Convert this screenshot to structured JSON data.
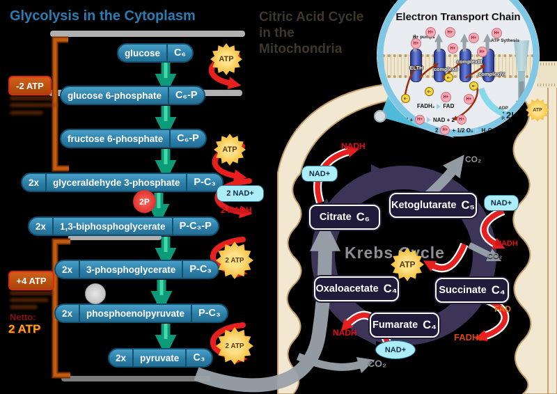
{
  "glycolysis": {
    "title": "Glycolysis in the Cytoplasm",
    "steps": [
      {
        "mult": "",
        "name": "glucose",
        "formula": "C₆"
      },
      {
        "mult": "",
        "name": "glucose 6-phosphate",
        "formula": "C₆-P"
      },
      {
        "mult": "",
        "name": "fructose 6-phosphate",
        "formula": "C₆-P"
      },
      {
        "mult": "2x",
        "name": "glyceraldehyde 3-phosphate",
        "formula": "P-C₃"
      },
      {
        "mult": "2x",
        "name": "1,3-biphosphoglycerate",
        "formula": "P-C₃-P"
      },
      {
        "mult": "2x",
        "name": "3-phosphoglycerate",
        "formula": "P-C₃"
      },
      {
        "mult": "2x",
        "name": "phosphoenolpyruvate",
        "formula": "P-C₃"
      },
      {
        "mult": "2x",
        "name": "pyruvate",
        "formula": "C₃"
      }
    ],
    "invest_badge": "-2 ATP",
    "payoff_badge": "+4 ATP",
    "net_label": "Netto:",
    "net_value": "2 ATP",
    "atp": "ATP",
    "two_atp": "2 ATP",
    "two_nad": "2 NAD+",
    "two_nadh": "2 NADH",
    "two_p": "2P"
  },
  "citric": {
    "title_lines": [
      "Citric Acid Cycle",
      "in the",
      "Mitochondria"
    ],
    "cycle_label": "Krebs Cycle",
    "metabolites": {
      "citrate": {
        "name": "Citrate",
        "formula": "C₆"
      },
      "ketoglutarate": {
        "name": "Ketoglutarate",
        "formula": "C₅"
      },
      "succinate": {
        "name": "Succinate",
        "formula": "C₄"
      },
      "fumarate": {
        "name": "Fumarate",
        "formula": "C₄"
      },
      "oxaloacetate": {
        "name": "Oxaloacetate",
        "formula": "C₄"
      }
    },
    "nad": "NAD+",
    "nadh": "NADH",
    "co2": "CO₂",
    "atp": "ATP",
    "fad": "FAD",
    "fadh2": "FADH₂"
  },
  "etc": {
    "title": "Electron Transport Chain",
    "h_pumps": "H+ pumps",
    "atp_synthesis": "ATP Sythesis",
    "complexes": [
      "ELTH",
      "complexII",
      "complexIII",
      "complexIV"
    ],
    "hplus": "H+",
    "electron": "e-",
    "nadh_in": "NADH +",
    "nad_out": "NAD + 2",
    "fadh2": "FADH₂",
    "fad": "FAD",
    "o2_two": "2",
    "o2_rest": "+ 1/2 O₂",
    "h2o": "H₂O",
    "adp": "ADP",
    "plus": "+",
    "pi": "P.",
    "two_h": "2H+",
    "atp": "ATP"
  },
  "colors": {
    "pill_blue": "#2c7fa8",
    "arrow_green": "#0c9a78",
    "arrow_red": "#e7201f",
    "atp_yellow": "#f6bf3c",
    "nad_cyan": "#aceef8",
    "krebs_purple": "#3c3557",
    "membrane_cream": "#f2e8d2"
  }
}
